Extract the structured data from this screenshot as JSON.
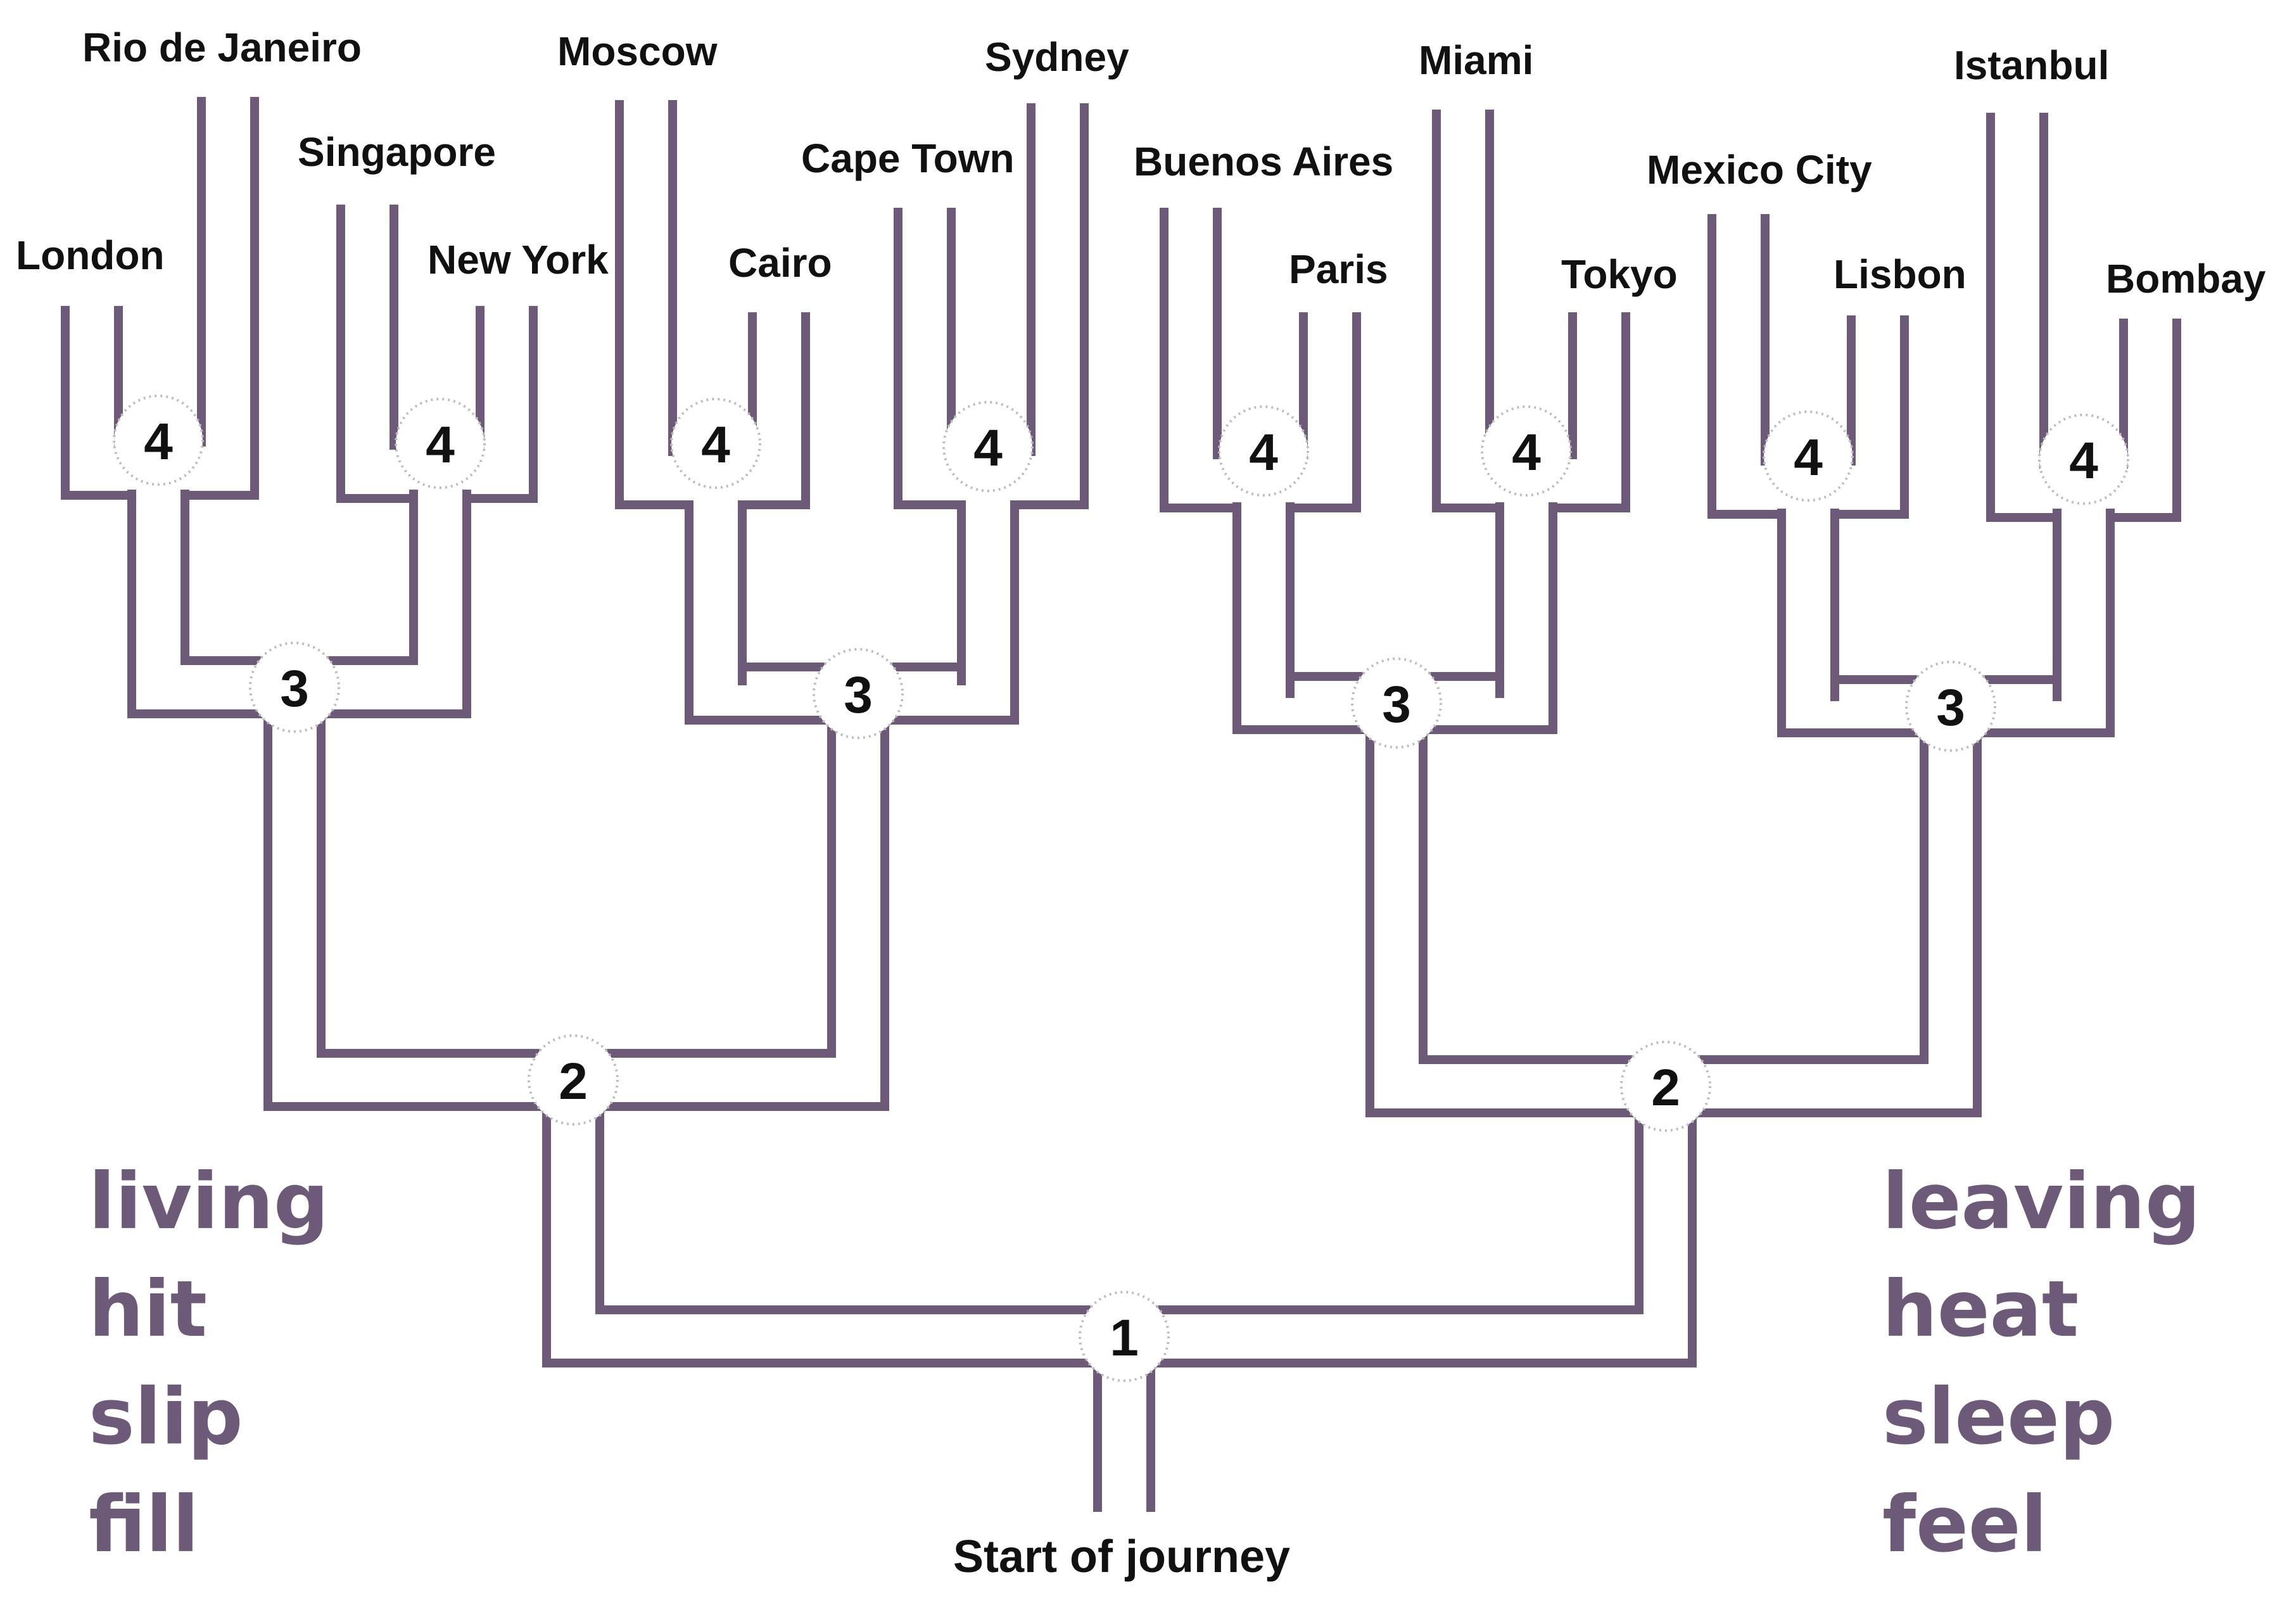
{
  "colors": {
    "path": "#6d5a78",
    "word": "#6d5a78",
    "node": "#ffffff",
    "text": "#111111"
  },
  "cities": {
    "london": "London",
    "rio": "Rio de Janeiro",
    "singapore": "Singapore",
    "new_york": "New York",
    "moscow": "Moscow",
    "cairo": "Cairo",
    "cape_town": "Cape Town",
    "sydney": "Sydney",
    "buenos_aires": "Buenos Aires",
    "paris": "Paris",
    "miami": "Miami",
    "tokyo": "Tokyo",
    "mexico_city": "Mexico City",
    "lisbon": "Lisbon",
    "istanbul": "Istanbul",
    "bombay": "Bombay"
  },
  "start_label": "Start of journey",
  "node_labels": {
    "level1": "1",
    "level2": "2",
    "level3": "3",
    "level4": "4"
  },
  "left_words": [
    "living",
    "hit",
    "slip",
    "fill"
  ],
  "right_words": [
    "leaving",
    "heat",
    "sleep",
    "feel"
  ]
}
